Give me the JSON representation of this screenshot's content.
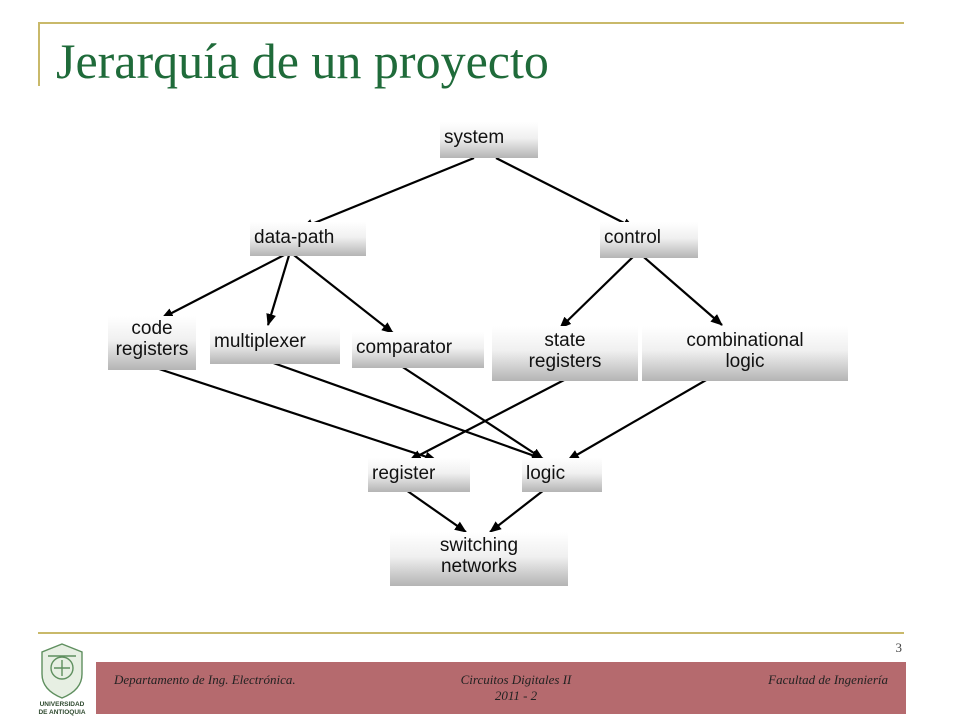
{
  "slide": {
    "title": "Jerarquía de un proyecto",
    "page_number": "3"
  },
  "diagram": {
    "nodes": {
      "system": "system",
      "data_path": "data-path",
      "control": "control",
      "code_registers": [
        "code",
        "registers"
      ],
      "multiplexer": "multiplexer",
      "comparator": "comparator",
      "state_registers": [
        "state",
        "registers"
      ],
      "combinational_logic": [
        "combinational",
        "logic"
      ],
      "register": "register",
      "logic": "logic",
      "switching_networks": [
        "switching",
        "networks"
      ]
    }
  },
  "footer": {
    "department": "Departamento  de Ing. Electrónica.",
    "course": "Circuitos Digitales II",
    "term": "2011 - 2",
    "faculty": "Facultad de Ingeniería",
    "logo_text": [
      "UNIVERSIDAD",
      "DE ANTIOQUIA"
    ]
  },
  "colors": {
    "title": "#1f6b3a",
    "frame": "#c9b96a",
    "footer_bar": "#b56a6e"
  }
}
